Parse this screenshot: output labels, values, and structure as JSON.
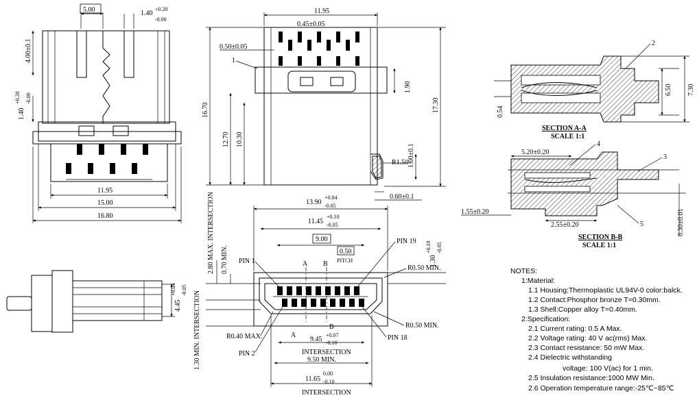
{
  "dims": {
    "top_left_width": "5.00",
    "top_left_tol": "1.40",
    "top_left_tol_plus": "+0.20",
    "top_left_tol_minus": "-0.00",
    "left_v_400": "4.00±0.1",
    "left_v_140": "1.40",
    "left_v_140_plus": "+0.20",
    "left_v_140_minus": "-0.00",
    "w_1195": "11.95",
    "w_1500": "15.00",
    "w_1680": "16.80",
    "top_mid_1195": "11.95",
    "pitch_045": "0.45±0.05",
    "pin_050": "0.50±0.05",
    "h_1670": "16.70",
    "h_1270": "12.70",
    "h_1030": "10.30",
    "h_190": "1.90",
    "h_1730": "17.30",
    "h_100": "1.00±0.1",
    "r_150": "R1.50",
    "d_060": "0.60±0.1",
    "w_1390": "13.90",
    "w_1390_plus": "+0.04",
    "w_1390_minus": "-0.05",
    "w_1145": "11.45",
    "w_1145_plus": "+0.10",
    "w_1145_minus": "-0.05",
    "w_900": "9.00",
    "w_050": "0.50",
    "pitch_label": "PITCH",
    "v_280": "2.80 MAX. INTERSECTION",
    "v_070": "0.70 MIN.",
    "v_130": "1.30",
    "v_130_plus": "+0.10",
    "v_130_minus": "-0.05",
    "r_050_top": "R0.50 MIN.",
    "r_050_bot": "R0.50 MIN.",
    "r_040": "R0.40 MAX.",
    "w_945": "9.45",
    "w_945_plus": "+0.07",
    "w_945_minus": "-0.10",
    "intersection_1": "INTERSECTION",
    "w_950": "9.50 MIN.",
    "w_1165": "11.65",
    "w_1165_plus": "0.00",
    "w_1165_minus": "-0.10",
    "intersection_2": "INTERSECTION",
    "v_130_min": "1.30 MIN. INTERSECTION",
    "side_445": "4.45",
    "side_445_plus": "+0.04",
    "side_445_minus": "-0.05",
    "secA_054": "0.54",
    "secA_650": "6.50",
    "secA_730": "7.30",
    "secB_520": "5.20±0.20",
    "secB_155": "1.55±0.20",
    "secB_255": "2.55±0.20",
    "secB_030": "0.30±0.01"
  },
  "labels": {
    "pin1": "PIN 1",
    "pin19": "PIN 19",
    "pin2": "PIN 2",
    "pin18": "PIN 18",
    "callout_1": "1",
    "callout_2": "2",
    "callout_3": "3",
    "callout_4": "4",
    "callout_5": "5",
    "marker_a_top": "A",
    "marker_a_bot": "A",
    "marker_b_top": "B",
    "marker_b_bot": "B",
    "section_a": "SECTION A-A",
    "section_a_scale": "SCALE 1:1",
    "section_b": "SECTION B-B",
    "section_b_scale": "SCALE 1:1"
  },
  "notes": {
    "title": "NOTES:",
    "material": "1:Material:",
    "m1": "1.1 Housing:Thermoplastic UL94V-0 color:balck.",
    "m2": "1.2 Contact:Phosphor bronze T=0.30mm.",
    "m3": "1.3 Shell:Copper alloy T=0.40mm.",
    "spec": "2:Specification:",
    "s1": "2.1 Current rating:  0.5 A Max.",
    "s2": "2.2 Voltage rating:  40 V ac(rms) Max.",
    "s3": "2.3 Contact resistance:  50 mW Max.",
    "s4": "2.4 Dielectric withstanding",
    "s4b": "voltage: 100 V(ac) for 1 min.",
    "s5": "2.5 Insulation resistance:1000 MW Min.",
    "s6": "2.6 Operation temperature range:-25℃~85℃"
  }
}
